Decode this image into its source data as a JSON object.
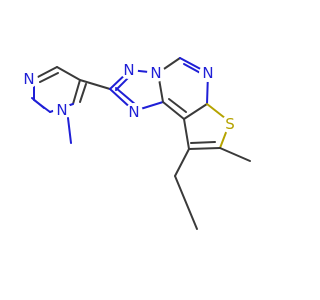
{
  "molecule": {
    "atoms": [
      {
        "symbol": "N",
        "color": "#1f1fd6"
      },
      {
        "symbol": "N",
        "color": "#1f1fd6"
      },
      {
        "symbol": "N",
        "color": "#1f1fd6"
      },
      {
        "symbol": "N",
        "color": "#1f1fd6"
      },
      {
        "symbol": "N",
        "color": "#1f1fd6"
      },
      {
        "symbol": "N",
        "color": "#1f1fd6"
      },
      {
        "symbol": "S",
        "color": "#b5a300"
      }
    ],
    "bond_color": "#3a3a3a"
  }
}
